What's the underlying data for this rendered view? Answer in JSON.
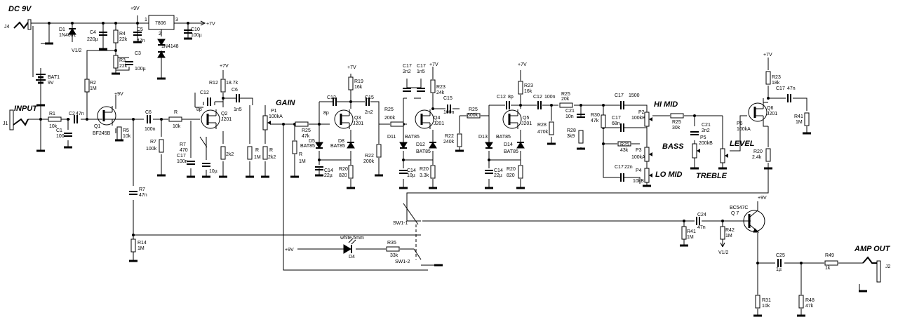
{
  "titles": {
    "dc": "DC 9V",
    "input": "INPUT",
    "gain": "GAIN",
    "hi_mid": "HI MID",
    "bass": "BASS",
    "lo_mid": "LO MID",
    "treble": "TREBLE",
    "level": "LEVEL",
    "amp_out": "AMP OUT"
  },
  "labels": {
    "J4": "J4",
    "D1": "D1",
    "D1v": "1N4001",
    "C4": "C4",
    "C4v": "220µ",
    "R4": "R4",
    "R4v": "22k",
    "C5": "C5",
    "C5v": "47n",
    "reg": "7806",
    "reg1": "1",
    "reg2": "2",
    "reg3": "3",
    "p9a": "+9V",
    "p7a": "+7V",
    "C10": "C10",
    "C10v": "100µ",
    "V12": "V1/2",
    "C3": "C3",
    "C3v": "100µ",
    "R3": "R3",
    "R3v": "22k",
    "D2v": "1N4148",
    "BAT1": "BAT1",
    "BAT1v": "9V",
    "R2": "R2",
    "R2v": "1M",
    "J1": "J1",
    "R1": "R1",
    "R1v": "10k",
    "C2": "C2",
    "C2v": "47n",
    "C1": "C1",
    "C1v": "100",
    "Q1": "Q1",
    "Q1v": "BF245B",
    "p9b": "+9V",
    "R5": "R5",
    "R5v": "10k",
    "C6a": "C6",
    "C6av": "100n",
    "Ra": "R",
    "Rav": "10k",
    "R7a": "R7",
    "R7av": "100k",
    "R7b": "R7",
    "R7bv": "470",
    "C17a": "C17",
    "C17av": "100n",
    "C17bv": "10µ",
    "p7b": "+7V",
    "R12": "R12",
    "R12v": "18.7k",
    "C12a": "C12",
    "C12av": "8p",
    "C6b": "C6",
    "C6bv": "1n5",
    "Q2": "Q2",
    "Q2v": "J201",
    "R2k2a": "2k2",
    "Rb": "R",
    "Rbv": "1M",
    "Rc": "R",
    "Rcv": "2k2",
    "P1": "P1",
    "P1v": "100kA",
    "R25a": "R25",
    "R25av": "47k",
    "Rd": "R",
    "Rdv": "1M",
    "D5": "D5",
    "D5v": "BAT85",
    "D8": "D8",
    "D8v": "BAT85",
    "C14a": "C14",
    "C14av": "22µ",
    "R20a": "R20",
    "R20av": "820",
    "C12b": "C12",
    "C12bv": "8p",
    "Q3": "Q3",
    "Q3v": "J201",
    "p7c": "+7V",
    "R19": "R19",
    "R19v": "16k",
    "C15a": "C15",
    "C15av": "2n2",
    "R25b": "R25",
    "R25bv": "200k",
    "R22a": "R22",
    "R22av": "200k",
    "C17b": "C17",
    "C17bv2": "2n2",
    "C17c": "C17",
    "C17cv": "1n5",
    "p7d": "+7V",
    "R23a": "R23",
    "R23av": "24k",
    "Q4": "Q4",
    "Q4v": "J201",
    "C15b": "C15",
    "C15bv": "100n",
    "D11": "D11",
    "D12": "D12",
    "D11v": "BAT85",
    "D12v": "BAT85",
    "C14b": "C14",
    "C14bv": "10µ",
    "R20b": "R20",
    "R20bv": "3.3k",
    "R22b": "R22",
    "R22bv": "240k",
    "R25c": "R25",
    "R25cv": "300k",
    "C12c": "C12",
    "C12cv": "8p",
    "Q5": "Q5",
    "Q5v": "J201",
    "p7e": "+7V",
    "R23b": "R23",
    "R23bv": "16k",
    "C12d": "C12",
    "C12dv": "100n",
    "D13": "D13",
    "D14": "D14",
    "D13v": "BAT85",
    "D14v": "BAT85",
    "C14c": "C14",
    "C14cv": "22µ",
    "R20c": "R20",
    "R20cv": "820",
    "R28a": "R28",
    "R28av": "470k",
    "R25d": "R25",
    "R25dv": "20k",
    "C21a": "C21",
    "C21av": "10n",
    "R28b": "R28",
    "R28bv": "3k9",
    "R30": "R30",
    "R30v": "47k",
    "C17d": "C17",
    "C17dv": "1500",
    "C17e": "C17",
    "C17ev": "68n",
    "P2": "P2",
    "P2v": "100kB",
    "R25e": "R25",
    "R25ev": "43k",
    "P3": "P3",
    "P3v": "100kA",
    "C17f": "C17",
    "C17fv": "22n",
    "P4": "P4",
    "P4v": "10kB",
    "R25f": "R25",
    "R25fv": "30k",
    "C21b": "C21",
    "C21bv": "2n2",
    "P5": "P5",
    "P5v": "200kB",
    "P6": "P6",
    "P6v": "100kA",
    "p7f": "+7V",
    "R23c": "R23",
    "R23cv": "18k",
    "C17g": "C17",
    "C17gv": "47n",
    "Q6": "Q6",
    "Q6v": "J201",
    "R41a": "R41",
    "R41av": "1M",
    "R20d": "R20",
    "R20dv": "2.4k",
    "R7c": "R7",
    "R7cv": "47n",
    "R14": "R14",
    "R14v": "1M",
    "SW11": "SW1-1",
    "SW12": "SW1-2",
    "p9c": "+9V",
    "D4led": "white 5mm",
    "D4": "D4",
    "R35": "R35",
    "R35v": "33k",
    "p9d": "+9V",
    "Q7a": "BC547C",
    "Q7b": "Q 7",
    "C24": "C24",
    "C24v": "47n",
    "R41b": "R41",
    "R41bv": "1M",
    "R42": "R42",
    "R42v": "1M",
    "V12b": "V1/2",
    "C25": "C25",
    "C25v": "1µ",
    "R49": "R49",
    "R49v": "1k",
    "J2": "J2",
    "R31": "R31",
    "R31v": "10k",
    "R48": "R48",
    "R48v": "47k"
  }
}
